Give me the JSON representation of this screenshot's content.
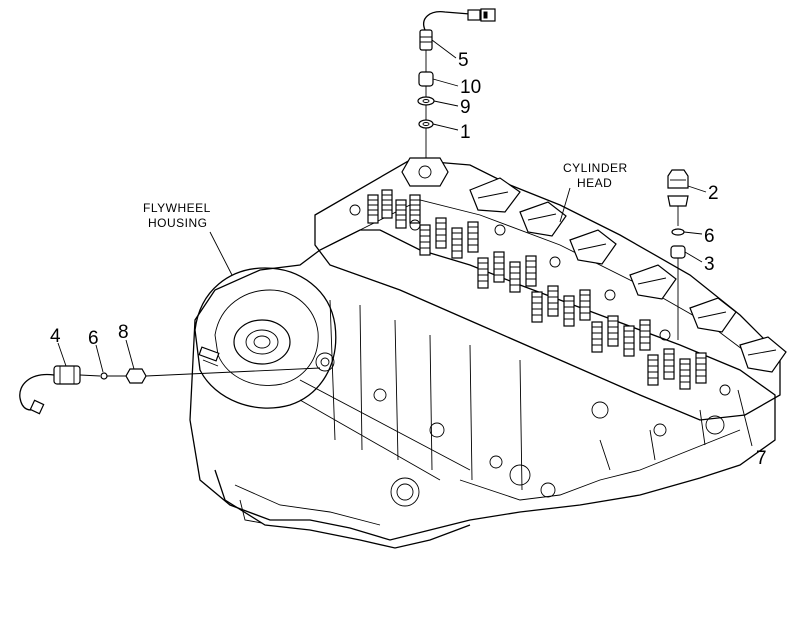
{
  "labels": {
    "cylinder_head_line1": "CYLINDER",
    "cylinder_head_line2": "HEAD",
    "flywheel_line1": "FLYWHEEL",
    "flywheel_line2": "HOUSING"
  },
  "callouts": {
    "top_5": "5",
    "top_10": "10",
    "top_9": "9",
    "top_1": "1",
    "right_2": "2",
    "right_6": "6",
    "right_3": "3",
    "left_4": "4",
    "left_6": "6",
    "left_8": "8",
    "bottom_7": "7"
  }
}
